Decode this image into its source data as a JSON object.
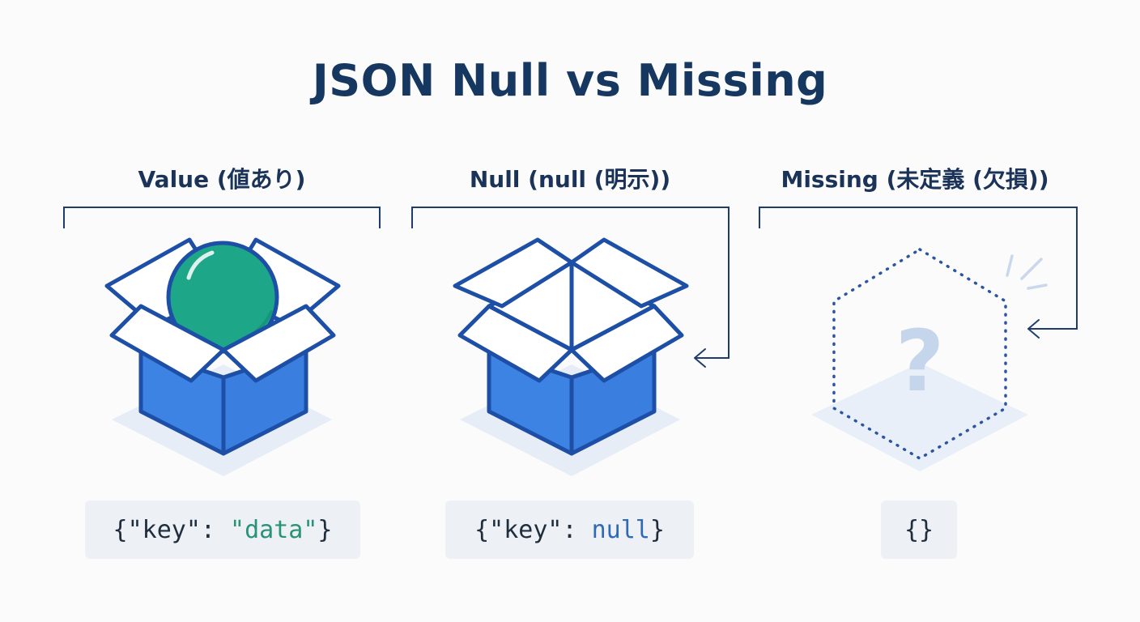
{
  "title": "JSON Null vs Missing",
  "columns": [
    {
      "id": "value",
      "label": "Value (値あり)",
      "code": {
        "open": "{\"key\": ",
        "value": "\"data\"",
        "close": "}"
      }
    },
    {
      "id": "null",
      "label": "Null (null (明示))",
      "code": {
        "open": "{\"key\": ",
        "value": "null",
        "close": "}"
      }
    },
    {
      "id": "missing",
      "label": "Missing (未定義 (欠損))",
      "code": {
        "open": "{}",
        "value": "",
        "close": ""
      },
      "symbol": "?"
    }
  ],
  "colors": {
    "title": "#163760",
    "outline": "#1e4fa6",
    "box_front": "#3c83e4",
    "box_side": "#3a7fe0",
    "flap": "#ffffff",
    "ball": "#1ea689",
    "bracket": "#1e3d6e",
    "shadow": "#e6edf7",
    "question_mark": "#c4d5ec",
    "code_bg": "#edf1f5",
    "code_string": "#2a9278",
    "code_null": "#2f6ab8"
  }
}
